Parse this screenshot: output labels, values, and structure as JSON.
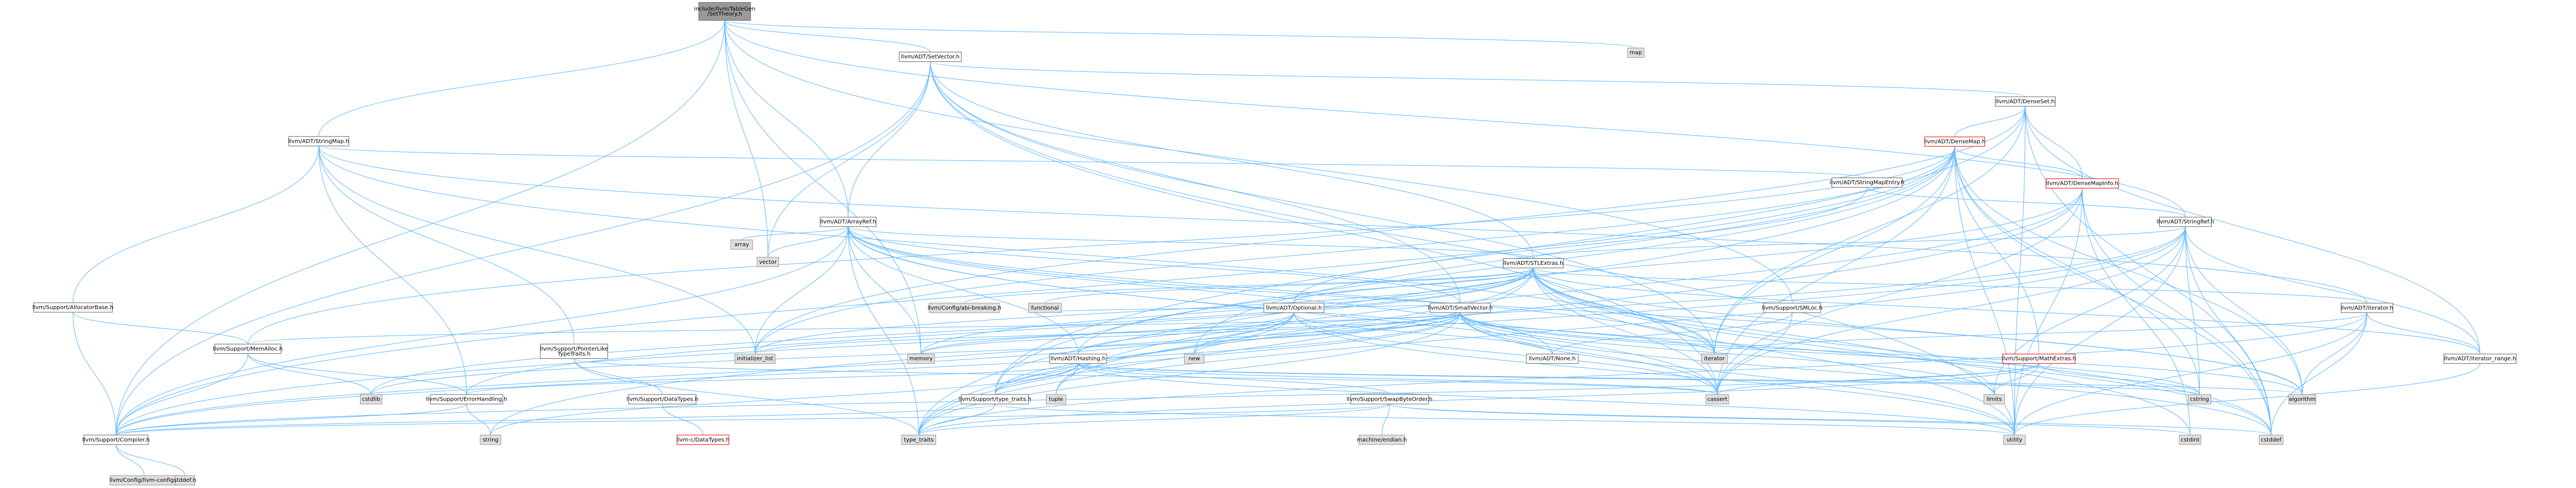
{
  "colors": {
    "root_fill": "#999999",
    "node_fill": "#ffffff",
    "node_stroke": "#666666",
    "system_fill": "#e0e0e0",
    "system_stroke": "#999999",
    "red_stroke": "#ff0000",
    "edge": "#63b8ff"
  },
  "nodes": [
    {
      "id": "n_root",
      "label": [
        "include/llvm/TableGen",
        "/SetTheory.h"
      ],
      "kind": "root"
    },
    {
      "id": "n_map",
      "label": [
        "map"
      ],
      "kind": "system"
    },
    {
      "id": "n_smallvector_set",
      "label": [
        "llvm/ADT/SetVector.h"
      ],
      "kind": "normal"
    },
    {
      "id": "n_densemset",
      "label": [
        "llvm/ADT/DenseSet.h"
      ],
      "kind": "normal"
    },
    {
      "id": "n_stringmap",
      "label": [
        "llvm/ADT/StringMap.h"
      ],
      "kind": "normal"
    },
    {
      "id": "n_densemap",
      "label": [
        "llvm/ADT/DenseMap.h"
      ],
      "kind": "red"
    },
    {
      "id": "n_densemapinfo",
      "label": [
        "llvm/ADT/DenseMapInfo.h"
      ],
      "kind": "red"
    },
    {
      "id": "n_stringmapentry",
      "label": [
        "llvm/ADT/StringMapEntry.h"
      ],
      "kind": "normal"
    },
    {
      "id": "n_arrayref",
      "label": [
        "llvm/ADT/ArrayRef.h"
      ],
      "kind": "normal"
    },
    {
      "id": "n_stringref",
      "label": [
        "llvm/ADT/StringRef.h"
      ],
      "kind": "normal"
    },
    {
      "id": "n_vector",
      "label": [
        "vector"
      ],
      "kind": "system"
    },
    {
      "id": "n_array",
      "label": [
        "array"
      ],
      "kind": "system"
    },
    {
      "id": "n_stlextras",
      "label": [
        "llvm/ADT/STLExtras.h"
      ],
      "kind": "normal"
    },
    {
      "id": "n_allocbase",
      "label": [
        "llvm/Support/AllocatorBase.h"
      ],
      "kind": "normal"
    },
    {
      "id": "n_abibreaking",
      "label": [
        "llvm/Config/abi-breaking.h"
      ],
      "kind": "system"
    },
    {
      "id": "n_functional",
      "label": [
        "functional"
      ],
      "kind": "system"
    },
    {
      "id": "n_optional",
      "label": [
        "llvm/ADT/Optional.h"
      ],
      "kind": "normal"
    },
    {
      "id": "n_smallvector",
      "label": [
        "llvm/ADT/SmallVector.h"
      ],
      "kind": "normal"
    },
    {
      "id": "n_smloc",
      "label": [
        "llvm/Support/SMLoc.h"
      ],
      "kind": "normal"
    },
    {
      "id": "n_iterator_h",
      "label": [
        "llvm/ADT/iterator.h"
      ],
      "kind": "normal"
    },
    {
      "id": "n_memalloc",
      "label": [
        "llvm/Support/MemAlloc.h"
      ],
      "kind": "normal"
    },
    {
      "id": "n_ptrlike",
      "label": [
        "llvm/Support/PointerLike",
        "TypeTraits.h"
      ],
      "kind": "normal"
    },
    {
      "id": "n_initlist",
      "label": [
        "initializer_list"
      ],
      "kind": "system"
    },
    {
      "id": "n_memory",
      "label": [
        "memory"
      ],
      "kind": "system"
    },
    {
      "id": "n_new",
      "label": [
        "new"
      ],
      "kind": "system"
    },
    {
      "id": "n_hashing",
      "label": [
        "llvm/ADT/Hashing.h"
      ],
      "kind": "normal"
    },
    {
      "id": "n_none",
      "label": [
        "llvm/ADT/None.h"
      ],
      "kind": "normal"
    },
    {
      "id": "n_iterator",
      "label": [
        "iterator"
      ],
      "kind": "system"
    },
    {
      "id": "n_mathextras",
      "label": [
        "llvm/Support/MathExtras.h"
      ],
      "kind": "red"
    },
    {
      "id": "n_iterrange",
      "label": [
        "llvm/ADT/iterator_range.h"
      ],
      "kind": "normal"
    },
    {
      "id": "n_cstdlib",
      "label": [
        "cstdlib"
      ],
      "kind": "system"
    },
    {
      "id": "n_errhandling",
      "label": [
        "llvm/Support/ErrorHandling.h"
      ],
      "kind": "normal"
    },
    {
      "id": "n_datatypes",
      "label": [
        "llvm/Support/DataTypes.h"
      ],
      "kind": "normal"
    },
    {
      "id": "n_typetraits",
      "label": [
        "llvm/Support/type_traits.h"
      ],
      "kind": "normal"
    },
    {
      "id": "n_tuple",
      "label": [
        "tuple"
      ],
      "kind": "system"
    },
    {
      "id": "n_swapbyte",
      "label": [
        "llvm/Support/SwapByteOrder.h"
      ],
      "kind": "normal"
    },
    {
      "id": "n_cassert",
      "label": [
        "cassert"
      ],
      "kind": "system"
    },
    {
      "id": "n_limits",
      "label": [
        "limits"
      ],
      "kind": "system"
    },
    {
      "id": "n_cstring",
      "label": [
        "cstring"
      ],
      "kind": "system"
    },
    {
      "id": "n_algorithm",
      "label": [
        "algorithm"
      ],
      "kind": "system"
    },
    {
      "id": "n_string",
      "label": [
        "string"
      ],
      "kind": "system"
    },
    {
      "id": "n_type_traits",
      "label": [
        "type_traits"
      ],
      "kind": "system"
    },
    {
      "id": "n_utility",
      "label": [
        "utility"
      ],
      "kind": "system"
    },
    {
      "id": "n_cstdint",
      "label": [
        "cstdint"
      ],
      "kind": "system"
    },
    {
      "id": "n_cstddef",
      "label": [
        "cstddef"
      ],
      "kind": "system"
    },
    {
      "id": "n_compiler",
      "label": [
        "llvm/Support/Compiler.h"
      ],
      "kind": "normal"
    },
    {
      "id": "n_cdatatypes",
      "label": [
        "llvm-c/DataTypes.h"
      ],
      "kind": "red"
    },
    {
      "id": "n_machendian",
      "label": [
        "machine/endian.h"
      ],
      "kind": "system"
    },
    {
      "id": "n_llvmconfig",
      "label": [
        "llvm/Config/llvm-config.h"
      ],
      "kind": "system"
    },
    {
      "id": "n_stddef",
      "label": [
        "stddef.h"
      ],
      "kind": "system"
    }
  ],
  "edges": [
    [
      "n_root",
      "n_map"
    ],
    [
      "n_root",
      "n_smallvector_set"
    ],
    [
      "n_root",
      "n_stringmap"
    ],
    [
      "n_root",
      "n_arrayref"
    ],
    [
      "n_root",
      "n_stringref"
    ],
    [
      "n_root",
      "n_vector"
    ],
    [
      "n_root",
      "n_smloc"
    ],
    [
      "n_root",
      "n_memory"
    ],
    [
      "n_root",
      "n_compiler"
    ],
    [
      "n_smallvector_set",
      "n_densemset"
    ],
    [
      "n_smallvector_set",
      "n_arrayref"
    ],
    [
      "n_smallvector_set",
      "n_stlextras"
    ],
    [
      "n_smallvector_set",
      "n_smallvector"
    ],
    [
      "n_smallvector_set",
      "n_compiler"
    ],
    [
      "n_smallvector_set",
      "n_vector"
    ],
    [
      "n_smallvector_set",
      "n_cassert"
    ],
    [
      "n_smallvector_set",
      "n_iterator"
    ],
    [
      "n_smallvector_set",
      "n_utility"
    ],
    [
      "n_densemset",
      "n_densemap"
    ],
    [
      "n_densemset",
      "n_densemapinfo"
    ],
    [
      "n_densemset",
      "n_iterrange"
    ],
    [
      "n_densemset",
      "n_typetraits"
    ],
    [
      "n_densemset",
      "n_initlist"
    ],
    [
      "n_densemset",
      "n_iterator"
    ],
    [
      "n_densemset",
      "n_cstddef"
    ],
    [
      "n_densemset",
      "n_utility"
    ],
    [
      "n_stringmap",
      "n_stringmapentry"
    ],
    [
      "n_stringmap",
      "n_iterator_h"
    ],
    [
      "n_stringmap",
      "n_allocbase"
    ],
    [
      "n_stringmap",
      "n_ptrlike"
    ],
    [
      "n_stringmap",
      "n_errhandling"
    ],
    [
      "n_stringmap",
      "n_initlist"
    ],
    [
      "n_stringmap",
      "n_iterator"
    ],
    [
      "n_densemap",
      "n_densemapinfo"
    ],
    [
      "n_densemap",
      "n_epochtracker"
    ],
    [
      "n_densemap",
      "n_aligntrait"
    ],
    [
      "n_densemap",
      "n_compiler"
    ],
    [
      "n_densemap",
      "n_mathextras"
    ],
    [
      "n_densemap",
      "n_memalloc"
    ],
    [
      "n_densemap",
      "n_reversetr"
    ],
    [
      "n_densemap",
      "n_typetraits"
    ],
    [
      "n_densemap",
      "n_algorithm"
    ],
    [
      "n_densemap",
      "n_cassert"
    ],
    [
      "n_densemap",
      "n_cstddef"
    ],
    [
      "n_densemap",
      "n_cstring"
    ],
    [
      "n_densemap",
      "n_initlist"
    ],
    [
      "n_densemap",
      "n_iterator"
    ],
    [
      "n_densemap",
      "n_new"
    ],
    [
      "n_densemap",
      "n_type_traits"
    ],
    [
      "n_densemap",
      "n_utility"
    ],
    [
      "n_densemapinfo",
      "n_hashing"
    ],
    [
      "n_densemapinfo",
      "n_cassert"
    ],
    [
      "n_densemapinfo",
      "n_cstddef"
    ],
    [
      "n_densemapinfo",
      "n_cstdint"
    ],
    [
      "n_densemapinfo",
      "n_tuple"
    ],
    [
      "n_densemapinfo",
      "n_type_traits"
    ],
    [
      "n_densemapinfo",
      "n_utility"
    ],
    [
      "n_stringmapentry",
      "n_stringref"
    ],
    [
      "n_stringmapentry",
      "n_optional"
    ],
    [
      "n_arrayref",
      "n_hashing"
    ],
    [
      "n_arrayref",
      "n_none"
    ],
    [
      "n_arrayref",
      "n_smallvector"
    ],
    [
      "n_arrayref",
      "n_stlextras"
    ],
    [
      "n_arrayref",
      "n_compiler"
    ],
    [
      "n_arrayref",
      "n_algorithm"
    ],
    [
      "n_arrayref",
      "n_array"
    ],
    [
      "n_arrayref",
      "n_cassert"
    ],
    [
      "n_arrayref",
      "n_cstddef"
    ],
    [
      "n_arrayref",
      "n_initlist"
    ],
    [
      "n_arrayref",
      "n_iterator"
    ],
    [
      "n_arrayref",
      "n_memory"
    ],
    [
      "n_arrayref",
      "n_type_traits"
    ],
    [
      "n_arrayref",
      "n_vector"
    ],
    [
      "n_stringref",
      "n_stlextras"
    ],
    [
      "n_stringref",
      "n_iterrange"
    ],
    [
      "n_stringref",
      "n_compiler"
    ],
    [
      "n_stringref",
      "n_algorithm"
    ],
    [
      "n_stringref",
      "n_cassert"
    ],
    [
      "n_stringref",
      "n_cstddef"
    ],
    [
      "n_stringref",
      "n_cstring"
    ],
    [
      "n_stringref",
      "n_limits"
    ],
    [
      "n_stringref",
      "n_string"
    ],
    [
      "n_stringref",
      "n_type_traits"
    ],
    [
      "n_stringref",
      "n_utility"
    ],
    [
      "n_stlextras",
      "n_abibreaking"
    ],
    [
      "n_stlextras",
      "n_functional"
    ],
    [
      "n_stlextras",
      "n_optional"
    ],
    [
      "n_stlextras",
      "n_iterator_h"
    ],
    [
      "n_stlextras",
      "n_iterrange"
    ],
    [
      "n_stlextras",
      "n_errhandling"
    ],
    [
      "n_stlextras",
      "n_algorithm"
    ],
    [
      "n_stlextras",
      "n_cassert"
    ],
    [
      "n_stlextras",
      "n_cstddef"
    ],
    [
      "n_stlextras",
      "n_cstdint"
    ],
    [
      "n_stlextras",
      "n_cstdlib"
    ],
    [
      "n_stlextras",
      "n_initlist"
    ],
    [
      "n_stlextras",
      "n_iterator"
    ],
    [
      "n_stlextras",
      "n_limits"
    ],
    [
      "n_stlextras",
      "n_memory"
    ],
    [
      "n_stlextras",
      "n_tuple"
    ],
    [
      "n_stlextras",
      "n_type_traits"
    ],
    [
      "n_stlextras",
      "n_utility"
    ],
    [
      "n_optional",
      "n_none"
    ],
    [
      "n_optional",
      "n_hashing"
    ],
    [
      "n_optional",
      "n_compiler"
    ],
    [
      "n_optional",
      "n_typetraits"
    ],
    [
      "n_optional",
      "n_cassert"
    ],
    [
      "n_optional",
      "n_memory"
    ],
    [
      "n_optional",
      "n_new"
    ],
    [
      "n_optional",
      "n_utility"
    ],
    [
      "n_smallvector",
      "n_compiler"
    ],
    [
      "n_smallvector",
      "n_memalloc"
    ],
    [
      "n_smallvector",
      "n_typetraits"
    ],
    [
      "n_smallvector",
      "n_algorithm"
    ],
    [
      "n_smallvector",
      "n_cassert"
    ],
    [
      "n_smallvector",
      "n_cstddef"
    ],
    [
      "n_smallvector",
      "n_cstdlib"
    ],
    [
      "n_smallvector",
      "n_cstring"
    ],
    [
      "n_smallvector",
      "n_functional"
    ],
    [
      "n_smallvector",
      "n_initlist"
    ],
    [
      "n_smallvector",
      "n_iterator"
    ],
    [
      "n_smallvector",
      "n_limits"
    ],
    [
      "n_smallvector",
      "n_memory"
    ],
    [
      "n_smallvector",
      "n_new"
    ],
    [
      "n_smallvector",
      "n_type_traits"
    ],
    [
      "n_smallvector",
      "n_utility"
    ],
    [
      "n_smloc",
      "n_none"
    ],
    [
      "n_smloc",
      "n_cassert"
    ],
    [
      "n_iterator_h",
      "n_iterrange"
    ],
    [
      "n_iterator_h",
      "n_algorithm"
    ],
    [
      "n_iterator_h",
      "n_cstddef"
    ],
    [
      "n_iterator_h",
      "n_iterator"
    ],
    [
      "n_iterator_h",
      "n_type_traits"
    ],
    [
      "n_iterator_h",
      "n_utility"
    ],
    [
      "n_allocbase",
      "n_compiler"
    ],
    [
      "n_allocbase",
      "n_memalloc"
    ],
    [
      "n_memalloc",
      "n_compiler"
    ],
    [
      "n_memalloc",
      "n_errhandling"
    ],
    [
      "n_memalloc",
      "n_cstdlib"
    ],
    [
      "n_ptrlike",
      "n_datatypes"
    ],
    [
      "n_ptrlike",
      "n_cassert"
    ],
    [
      "n_ptrlike",
      "n_type_traits"
    ],
    [
      "n_hashing",
      "n_errhandling"
    ],
    [
      "n_hashing",
      "n_swapbyte"
    ],
    [
      "n_hashing",
      "n_typetraits"
    ],
    [
      "n_hashing",
      "n_algorithm"
    ],
    [
      "n_hashing",
      "n_cassert"
    ],
    [
      "n_hashing",
      "n_cstring"
    ],
    [
      "n_hashing",
      "n_string"
    ],
    [
      "n_hashing",
      "n_tuple"
    ],
    [
      "n_hashing",
      "n_utility"
    ],
    [
      "n_mathextras",
      "n_compiler"
    ],
    [
      "n_mathextras",
      "n_cassert"
    ],
    [
      "n_mathextras",
      "n_climits"
    ],
    [
      "n_mathextras",
      "n_cstring"
    ],
    [
      "n_mathextras",
      "n_limits"
    ],
    [
      "n_mathextras",
      "n_type_traits"
    ],
    [
      "n_iterrange",
      "n_utility"
    ],
    [
      "n_errhandling",
      "n_compiler"
    ],
    [
      "n_errhandling",
      "n_string"
    ],
    [
      "n_datatypes",
      "n_cdatatypes"
    ],
    [
      "n_typetraits",
      "n_compiler"
    ],
    [
      "n_typetraits",
      "n_type_traits"
    ],
    [
      "n_typetraits",
      "n_utility"
    ],
    [
      "n_swapbyte",
      "n_compiler"
    ],
    [
      "n_swapbyte",
      "n_cstddef"
    ],
    [
      "n_swapbyte",
      "n_cstdint"
    ],
    [
      "n_swapbyte",
      "n_type_traits"
    ],
    [
      "n_swapbyte",
      "n_machendian"
    ],
    [
      "n_compiler",
      "n_llvmconfig"
    ],
    [
      "n_compiler",
      "n_stddef"
    ]
  ]
}
